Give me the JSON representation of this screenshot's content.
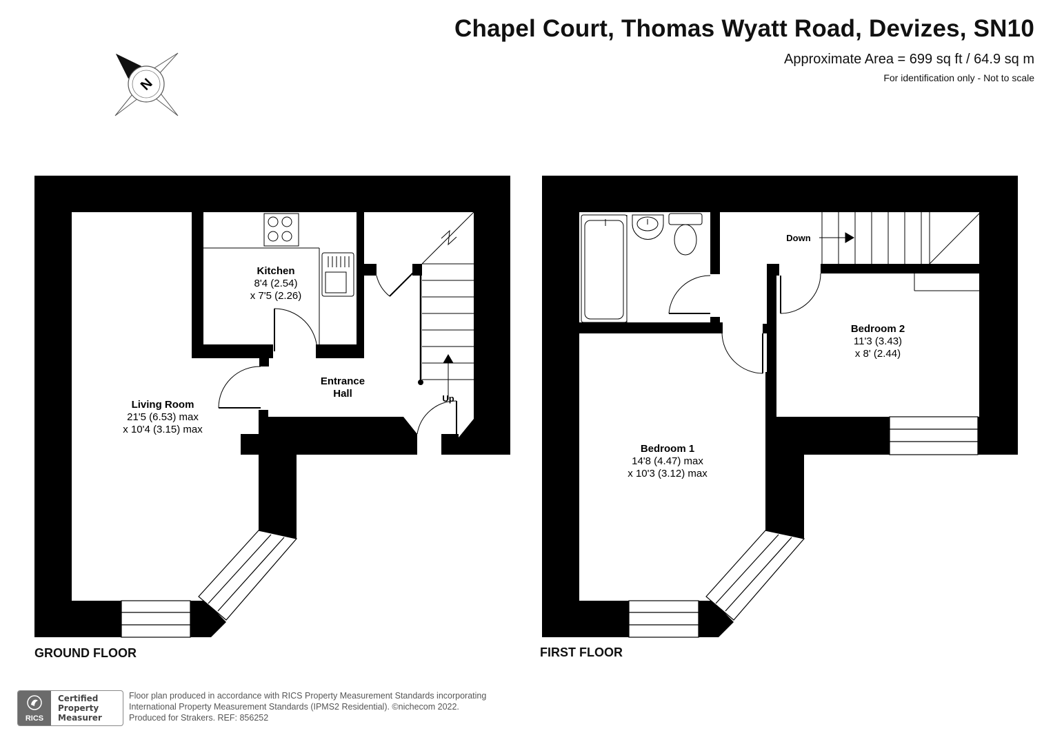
{
  "header": {
    "title": "Chapel Court, Thomas Wyatt Road, Devizes, SN10",
    "area": "Approximate Area = 699 sq ft / 64.9 sq m",
    "note": "For identification only - Not to scale"
  },
  "compass": {
    "label": "N"
  },
  "floors": {
    "ground": {
      "label": "GROUND FLOOR",
      "rooms": {
        "living": {
          "name": "Living Room",
          "dim1": "21'5 (6.53) max",
          "dim2": "x 10'4 (3.15) max"
        },
        "kitchen": {
          "name": "Kitchen",
          "dim1": "8'4 (2.54)",
          "dim2": "x 7'5 (2.26)"
        },
        "hall": {
          "name1": "Entrance",
          "name2": "Hall"
        }
      },
      "stairs_label": "Up"
    },
    "first": {
      "label": "FIRST FLOOR",
      "rooms": {
        "bed1": {
          "name": "Bedroom 1",
          "dim1": "14'8 (4.47) max",
          "dim2": "x 10'3 (3.12) max"
        },
        "bed2": {
          "name": "Bedroom 2",
          "dim1": "11'3 (3.43)",
          "dim2": "x 8' (2.44)"
        }
      },
      "stairs_label": "Down"
    }
  },
  "footer": {
    "badge_logo": "RICS",
    "badge_line1": "Certified",
    "badge_line2": "Property",
    "badge_line3": "Measurer",
    "line1": "Floor plan produced in accordance with RICS Property Measurement Standards incorporating",
    "line2": "International Property Measurement Standards (IPMS2 Residential).  ©nichecom 2022.",
    "line3": "Produced for Strakers.   REF:  856252"
  }
}
